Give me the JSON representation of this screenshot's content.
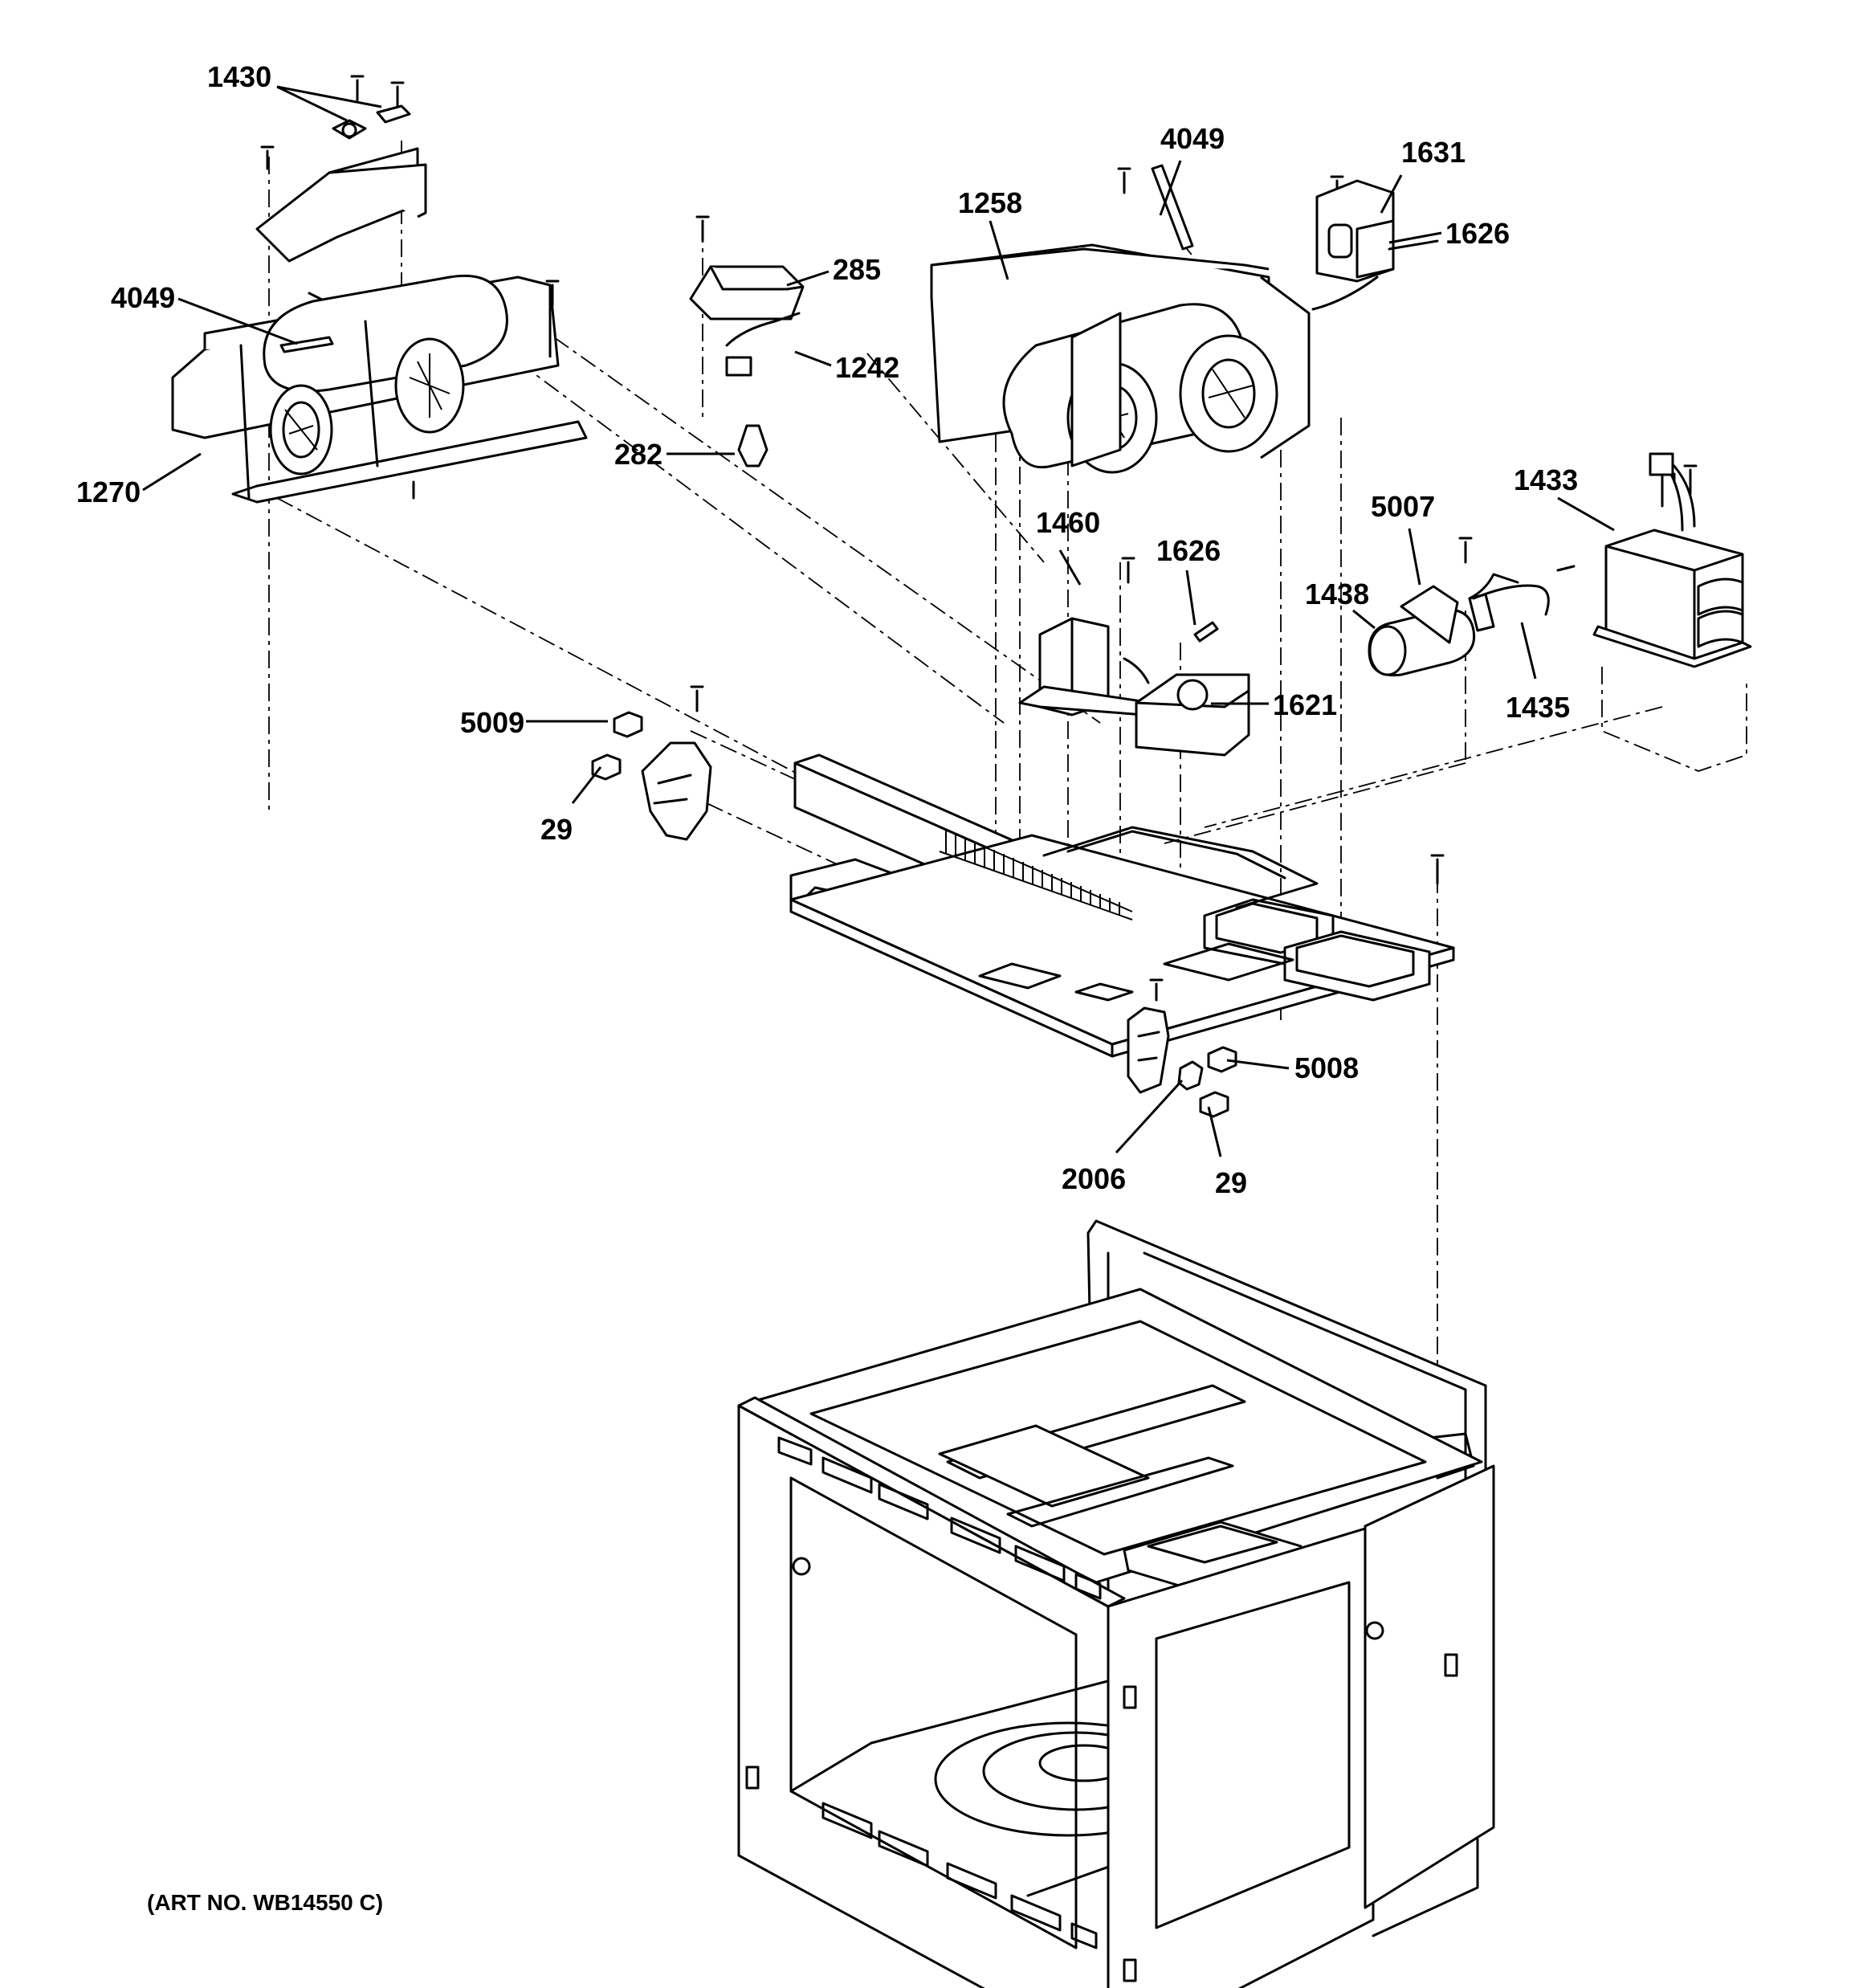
{
  "diagram": {
    "callouts": [
      {
        "id": "c1430",
        "label": "1430"
      },
      {
        "id": "c4049a",
        "label": "4049"
      },
      {
        "id": "c1270",
        "label": "1270"
      },
      {
        "id": "c285",
        "label": "285"
      },
      {
        "id": "c1242",
        "label": "1242"
      },
      {
        "id": "c282",
        "label": "282"
      },
      {
        "id": "c4049b",
        "label": "4049"
      },
      {
        "id": "c1258",
        "label": "1258"
      },
      {
        "id": "c1631",
        "label": "1631"
      },
      {
        "id": "c1626a",
        "label": "1626"
      },
      {
        "id": "c1460",
        "label": "1460"
      },
      {
        "id": "c1626b",
        "label": "1626"
      },
      {
        "id": "c1621",
        "label": "1621"
      },
      {
        "id": "c5007",
        "label": "5007"
      },
      {
        "id": "c1438",
        "label": "1438"
      },
      {
        "id": "c1433",
        "label": "1433"
      },
      {
        "id": "c1435",
        "label": "1435"
      },
      {
        "id": "c5009",
        "label": "5009"
      },
      {
        "id": "c29a",
        "label": "29"
      },
      {
        "id": "c5008",
        "label": "5008"
      },
      {
        "id": "c2006",
        "label": "2006"
      },
      {
        "id": "c29b",
        "label": "29"
      }
    ],
    "art_number": "(ART NO. WB14550 C)"
  }
}
